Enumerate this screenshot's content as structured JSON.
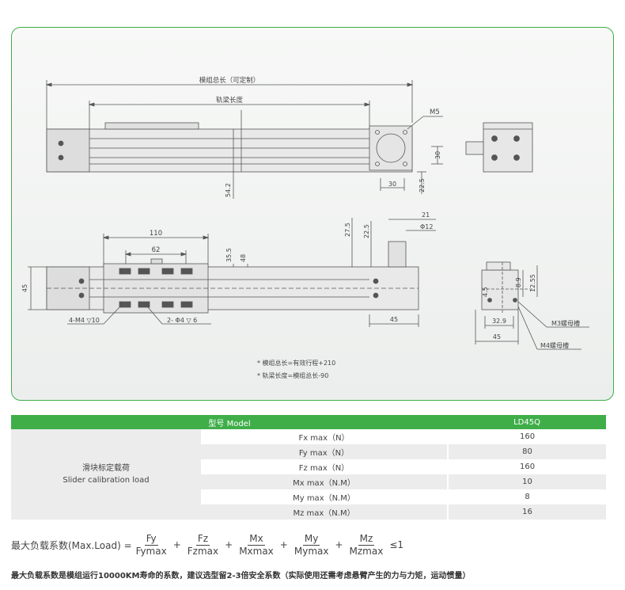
{
  "drawing": {
    "dim_total_length": "模组总长（可定制）",
    "dim_rail_length": "轨梁长度",
    "dim_m5": "M5",
    "dim_30_v": "30",
    "dim_30_h": "30",
    "dim_22_5_a": "22.5",
    "dim_54_2": "54.2",
    "dim_110": "110",
    "dim_62": "62",
    "dim_35_5": "35.5",
    "dim_48": "48",
    "dim_27_5": "27.5",
    "dim_22_5_b": "22.5",
    "dim_21": "21",
    "dim_phi12": "Φ12",
    "dim_45_side": "45",
    "dim_45_bottom": "45",
    "dim_4m4": "4-M4 ▽10",
    "dim_2phi4": "2- Φ4 ▽ 6",
    "dim_8_9": "8.9",
    "dim_12_55": "12.55",
    "dim_4_5": "4.5",
    "dim_32_9": "32.9",
    "dim_45_end": "45",
    "m3_slot": "M3螺母槽",
    "m4_slot": "M4螺母槽",
    "note1": "* 模组总长=有效行程+210",
    "note2": "* 轨梁长度=模组总长-90"
  },
  "table": {
    "header_model": "型号 Model",
    "header_value": "LD45Q",
    "rowhead_cn": "滑块标定载荷",
    "rowhead_en": "Slider calibration load",
    "rows": [
      {
        "param": "Fx max（N）",
        "value": "160"
      },
      {
        "param": "Fy max（N）",
        "value": "80"
      },
      {
        "param": "Fz max（N）",
        "value": "160"
      },
      {
        "param": "Mx max（N.M）",
        "value": "10"
      },
      {
        "param": "My max（N.M）",
        "value": "8"
      },
      {
        "param": "Mz max（N.M）",
        "value": "16"
      }
    ]
  },
  "formula": {
    "label": "最大负载系数(Max.Load) =",
    "terms": [
      {
        "num": "Fy",
        "den": "Fymax"
      },
      {
        "num": "Fz",
        "den": "Fzmax"
      },
      {
        "num": "Mx",
        "den": "Mxmax"
      },
      {
        "num": "My",
        "den": "Mymax"
      },
      {
        "num": "Mz",
        "den": "Mzmax"
      }
    ],
    "plus": "+",
    "limit": "≤1"
  },
  "footnote": "最大负载系数是模组运行10000KM寿命的系数，建议选型留2-3倍安全系数（实际使用还需考虑悬臂产生的力与力矩，运动惯量）"
}
